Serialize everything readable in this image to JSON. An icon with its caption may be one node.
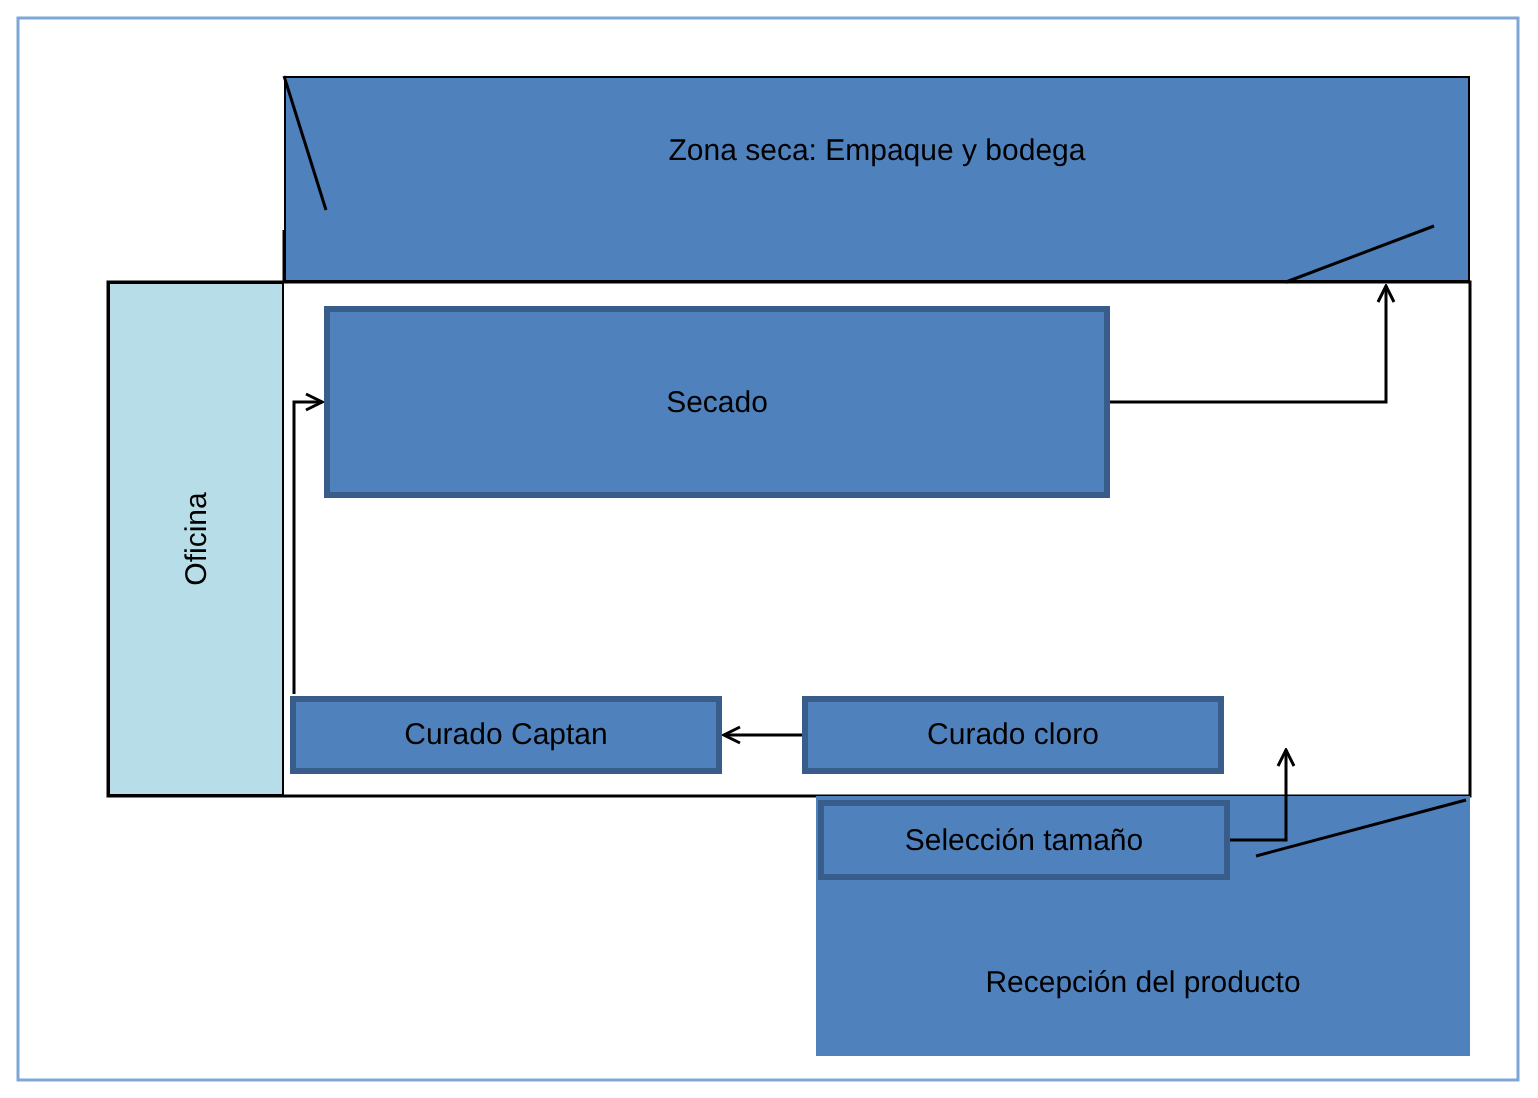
{
  "diagram": {
    "nodes": [
      {
        "text": [
          "Zona seca: Empaque y bodega"
        ]
      },
      {
        "text": [
          "Oficina"
        ]
      },
      {
        "text": [
          "Secado"
        ]
      },
      {
        "text": [
          "Curado Captan"
        ]
      },
      {
        "text": [
          "Curado cloro"
        ]
      },
      {
        "text": [
          "Recepción del producto"
        ]
      },
      {
        "text": [
          "Selección tamaño"
        ],
        "in": 5
      }
    ],
    "edges": [
      {
        "from": 6,
        "to": null,
        "arrow": "to"
      },
      {
        "from": 4,
        "to": 3,
        "arrow": "to"
      },
      {
        "from": 3,
        "to": 2,
        "arrow": "to"
      },
      {
        "from": 2,
        "to": 0,
        "arrow": "to"
      }
    ]
  }
}
